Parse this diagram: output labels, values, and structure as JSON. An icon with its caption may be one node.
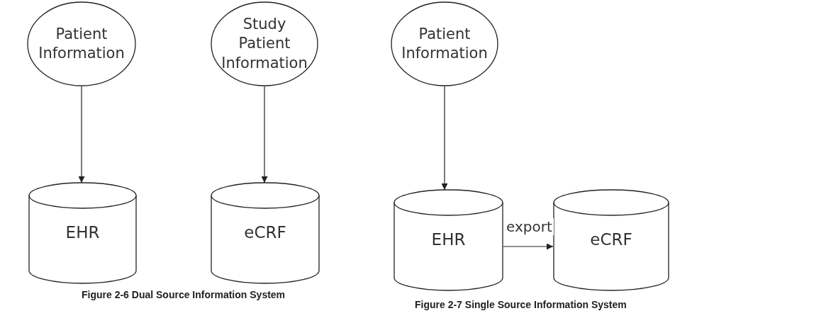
{
  "diagram": {
    "nodes": [
      {
        "text": [
          "Patient Information"
        ]
      },
      {
        "text": [
          "EHR"
        ]
      },
      {
        "text": [
          "Study Patient Information"
        ]
      },
      {
        "text": [
          "eCRF"
        ]
      },
      {
        "text": [
          "Patient Information"
        ]
      },
      {
        "text": [
          "EHR"
        ]
      },
      {
        "text": [
          "eCRF"
        ]
      }
    ],
    "edges": [
      {
        "from": 0,
        "to": 1,
        "arrow": "to"
      },
      {
        "from": 2,
        "to": 3,
        "arrow": "to"
      },
      {
        "from": 4,
        "to": 5,
        "arrow": "to"
      },
      {
        "from": 5,
        "to": 6,
        "arrow": "to",
        "label": "export"
      }
    ],
    "labels": [
      "Figure 2-6 Dual Source Information System",
      "Figure 2-7 Single Source Information System"
    ]
  }
}
